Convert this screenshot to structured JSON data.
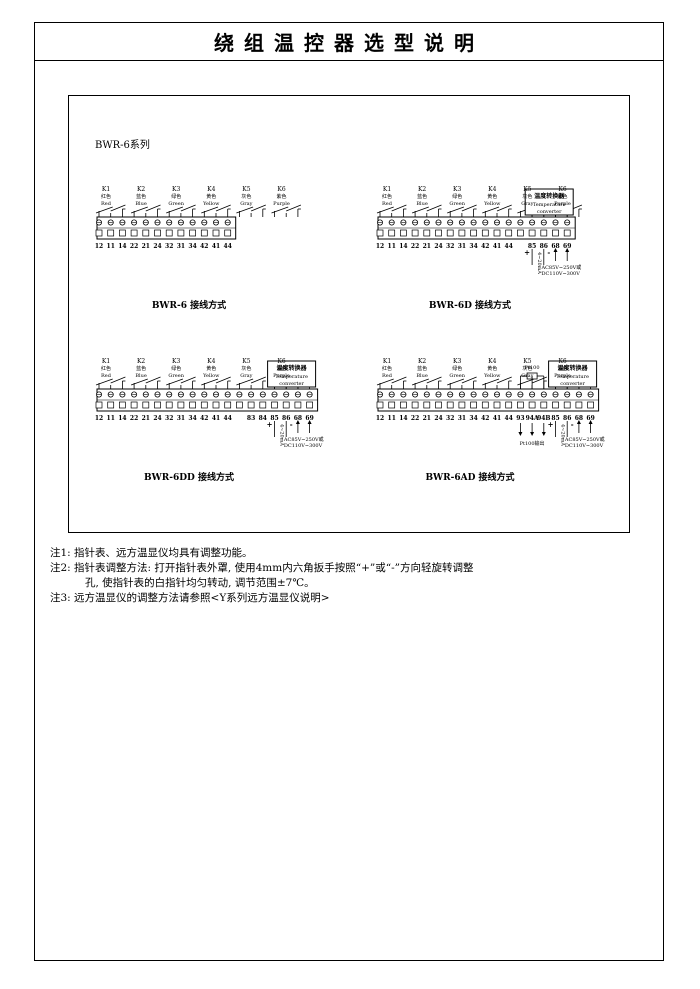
{
  "document": {
    "title": "绕组温控器选型说明"
  },
  "series_label": "BWR-6系列",
  "relays": [
    {
      "id": "K1",
      "cn": "红色",
      "en": "Red"
    },
    {
      "id": "K2",
      "cn": "蓝色",
      "en": "Blue"
    },
    {
      "id": "K3",
      "cn": "绿色",
      "en": "Green"
    },
    {
      "id": "K4",
      "cn": "黄色",
      "en": "Yellow"
    },
    {
      "id": "K5",
      "cn": "灰色",
      "en": "Gray"
    },
    {
      "id": "K6",
      "cn": "紫色",
      "en": "Purple"
    }
  ],
  "converter": {
    "cn": "温度转换器",
    "en1": "Temperature",
    "en2": "converter"
  },
  "wirings": [
    {
      "caption": "BWR-6 接线方式",
      "terminals": [
        "12",
        "11",
        "14",
        "22",
        "21",
        "24",
        "32",
        "31",
        "34",
        "42",
        "41",
        "44"
      ],
      "converter": false,
      "pt100": false
    },
    {
      "caption": "BWR-6D 接线方式",
      "terminals": [
        "12",
        "11",
        "14",
        "22",
        "21",
        "24",
        "32",
        "31",
        "34",
        "42",
        "41",
        "44",
        "",
        "85",
        "86",
        "68",
        "69"
      ],
      "converter": true,
      "pt100": false,
      "output_label": "4~20mA",
      "power_label_1": "AC85V~250V或",
      "power_label_2": "DC110V~300V",
      "plus": "+",
      "minus": "-"
    },
    {
      "caption": "BWR-6DD 接线方式",
      "terminals": [
        "12",
        "11",
        "14",
        "22",
        "21",
        "24",
        "32",
        "31",
        "34",
        "42",
        "41",
        "44",
        "",
        "83",
        "84",
        "85",
        "86",
        "68",
        "69"
      ],
      "converter": true,
      "pt100": false,
      "output_label": "4~20mA",
      "power_label_1": "AC85V~250V或",
      "power_label_2": "DC110V~300V",
      "plus": "+",
      "minus": "-"
    },
    {
      "caption": "BWR-6AD 接线方式",
      "terminals": [
        "12",
        "11",
        "14",
        "22",
        "21",
        "24",
        "32",
        "31",
        "34",
        "42",
        "41",
        "44",
        "93",
        "94A",
        "94B",
        "85",
        "86",
        "68",
        "69"
      ],
      "converter": true,
      "pt100": true,
      "pt100_label": "Pt100",
      "pt100_out": "Pt100输出",
      "output_label": "4~20mA",
      "power_label_1": "AC85V~250V或",
      "power_label_2": "DC110V~300V",
      "plus": "+",
      "minus": "-"
    }
  ],
  "notes": [
    "注1: 指针表、远方温显仪均具有调整功能。",
    "注2: 指针表调整方法: 打开指针表外罩, 使用4mm内六角扳手按照“+”或“-”方向轻旋转调整",
    "孔, 使指针表的白指针均匀转动, 调节范围±7℃。",
    "注3: 远方温显仪的调整方法请参照<Y系列远方温显仪说明>"
  ]
}
